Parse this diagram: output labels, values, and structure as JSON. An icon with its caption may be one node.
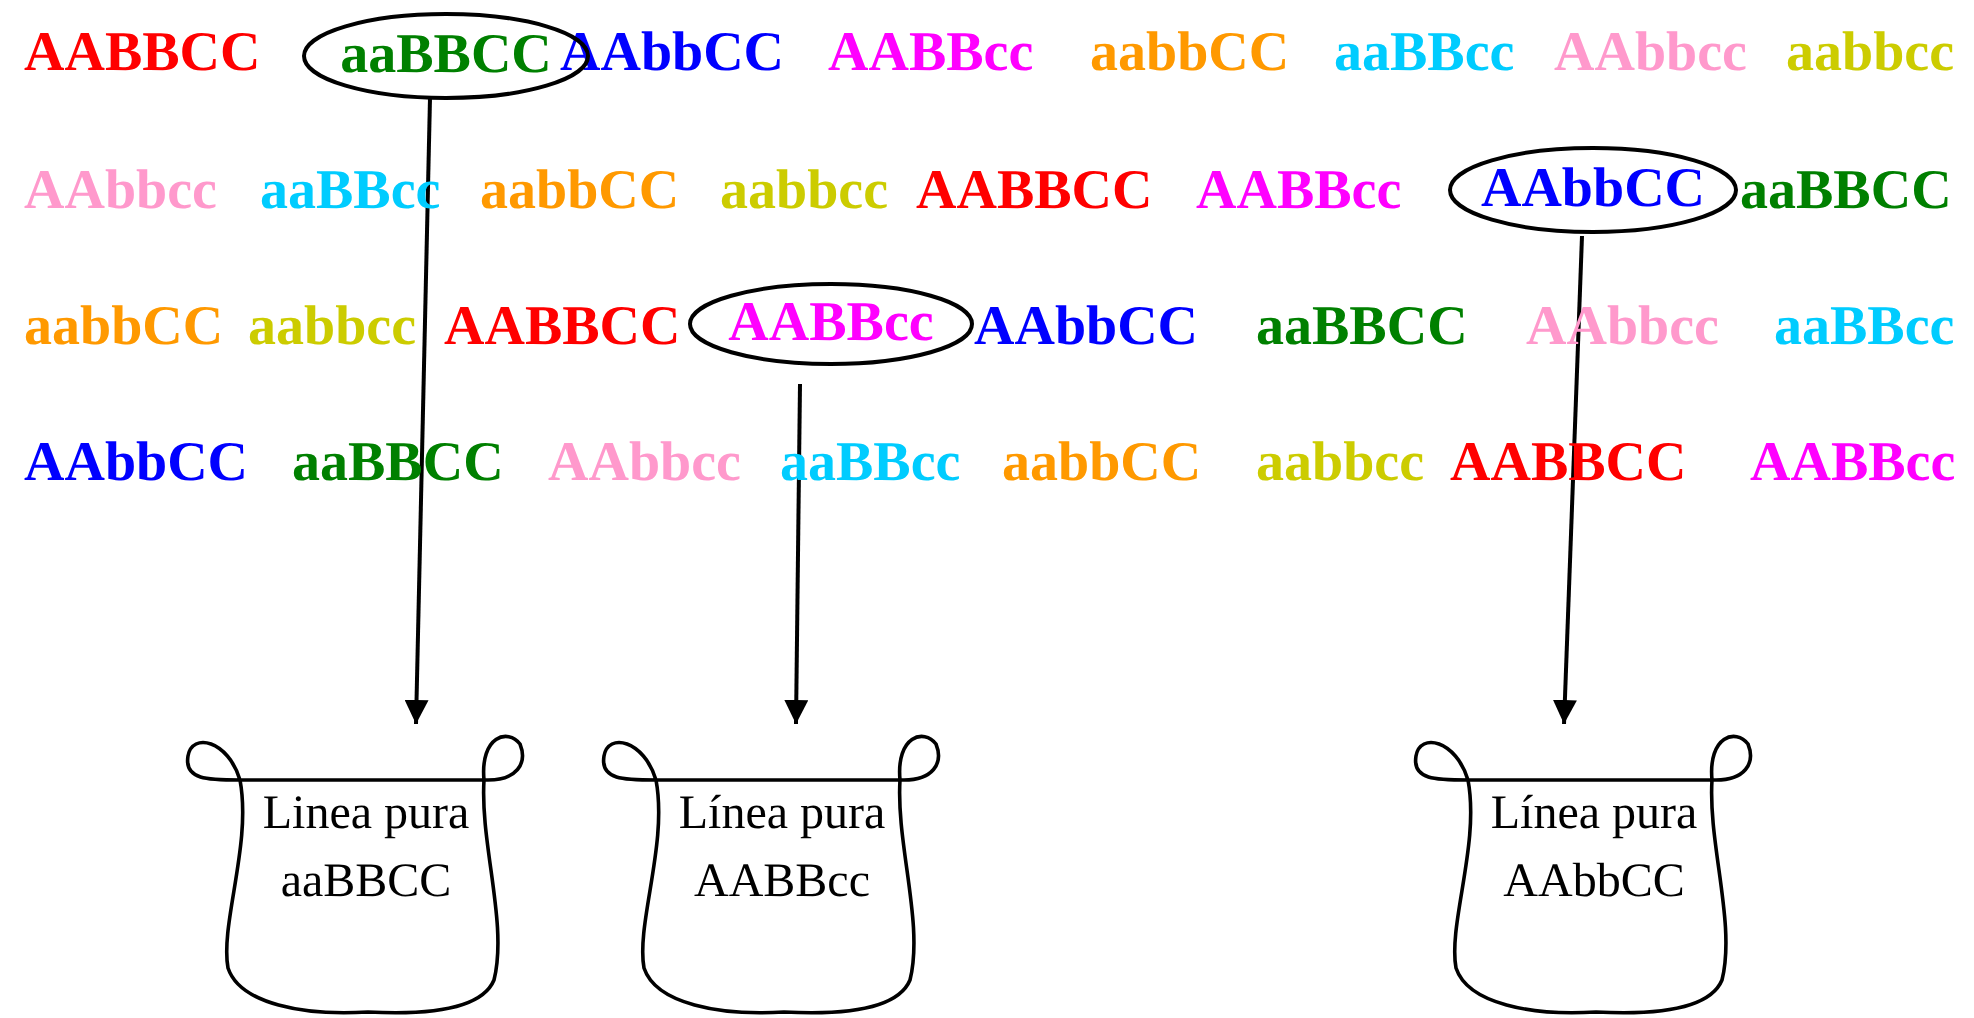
{
  "diagram": {
    "nodes": [
      {
        "text": [
          "aaBBCC"
        ]
      },
      {
        "text": [
          "AAbbCC"
        ]
      },
      {
        "text": [
          "AABBcc"
        ]
      },
      {
        "text": [
          "Linea pura aaBBCC"
        ]
      },
      {
        "text": [
          "Línea pura AABBcc"
        ]
      },
      {
        "text": [
          "Línea pura AAbbCC"
        ]
      }
    ],
    "edges": [
      {
        "from": 0,
        "to": 3,
        "arrow": "to"
      },
      {
        "from": 2,
        "to": 4,
        "arrow": "to"
      },
      {
        "from": 1,
        "to": 5,
        "arrow": "to"
      }
    ],
    "labels": [
      "AABBCC",
      "AAbbCC",
      "AABBcc",
      "aabbCC",
      "aaBBcc",
      "AAbbcc",
      "aabbcc",
      "AAbbcc",
      "aaBBcc",
      "aabbCC",
      "aabbcc",
      "AABBCC",
      "AABBcc",
      "aaBBCC",
      "aabbCC",
      "aabbcc",
      "AABBCC",
      "AAbbCC",
      "aaBBCC",
      "AAbbcc",
      "aaBBcc",
      "AAbbCC",
      "aaBBCC",
      "AAbbcc",
      "aaBBcc",
      "aabbCC",
      "aabbcc",
      "AABBCC",
      "AABBcc"
    ]
  }
}
